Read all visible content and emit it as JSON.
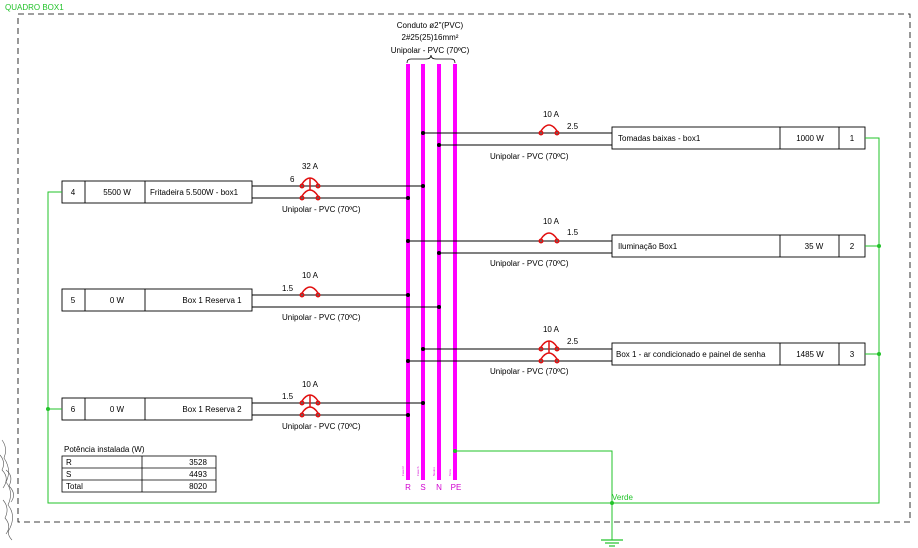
{
  "panel_title": "QUADRO BOX1",
  "conduit": {
    "line1": "Conduto ø2\"(PVC)",
    "line2": "2#25(25)16mm²",
    "line3": "Unipolar - PVC (70ºC)"
  },
  "bus_labels": [
    "R",
    "S",
    "N",
    "PE"
  ],
  "bus_tiny_labels": [
    "Fase R",
    "Fase S",
    "Neutro",
    "Terra"
  ],
  "ground_label": "Verde",
  "colors": {
    "bus": "#ff00ff",
    "ground": "#22c32a",
    "breaker": "#e11010"
  },
  "circuits_right": [
    {
      "num": "1",
      "name": "Tomadas baixas - box1",
      "power": "1000 W",
      "breaker": "10 A",
      "section": "2.5",
      "cable": "Unipolar - PVC (70ºC)"
    },
    {
      "num": "2",
      "name": "Iluminação Box1",
      "power": "35 W",
      "breaker": "10 A",
      "section": "1.5",
      "cable": "Unipolar - PVC (70ºC)"
    },
    {
      "num": "3",
      "name": "Box 1 - ar condicionado e painel de senha",
      "power": "1485 W",
      "breaker": "10 A",
      "section": "2.5",
      "cable": "Unipolar - PVC (70ºC)"
    }
  ],
  "circuits_left": [
    {
      "num": "4",
      "name": "Fritadeira 5.500W - box1",
      "power": "5500 W",
      "breaker": "32 A",
      "section": "6",
      "cable": "Unipolar - PVC (70ºC)"
    },
    {
      "num": "5",
      "name": "Box 1 Reserva 1",
      "power": "0 W",
      "breaker": "10 A",
      "section": "1.5",
      "cable": "Unipolar - PVC (70ºC)"
    },
    {
      "num": "6",
      "name": "Box 1 Reserva 2",
      "power": "0 W",
      "breaker": "10 A",
      "section": "1.5",
      "cable": "Unipolar - PVC (70ºC)"
    }
  ],
  "power_table": {
    "title": "Potência instalada (W)",
    "rows": [
      {
        "label": "R",
        "value": "3528"
      },
      {
        "label": "S",
        "value": "4493"
      },
      {
        "label": "Total",
        "value": "8020"
      }
    ]
  }
}
